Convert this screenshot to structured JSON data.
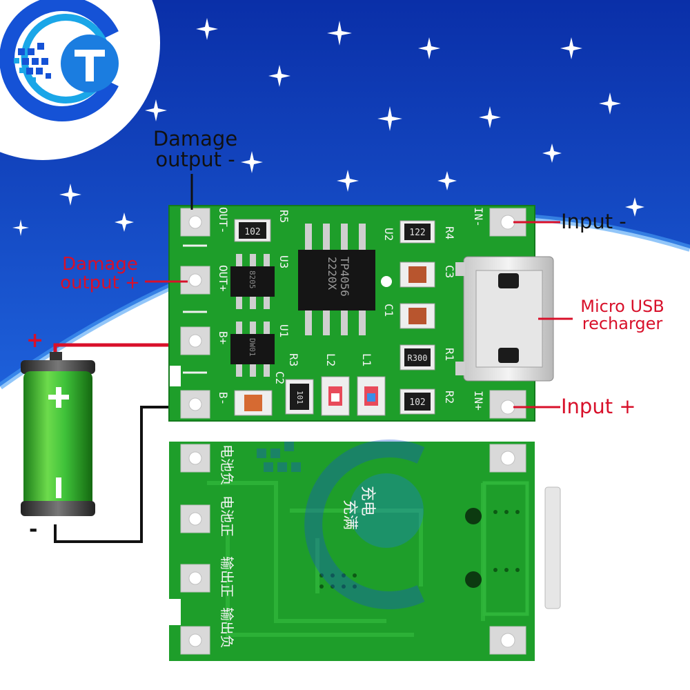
{
  "colors": {
    "sky": "#1d5fd9",
    "pcb_green": "#1e9e2a",
    "label_red": "#d8102a",
    "label_dark": "#111111",
    "battery_green": "#3fc23a"
  },
  "labels": {
    "damage_output_neg": "Damage output -",
    "damage_output_pos": "Damage output +",
    "input_neg": "Input -",
    "input_pos": "Input +",
    "micro_usb": "Micro USB recharger",
    "battery_pos": "+",
    "battery_neg": "-"
  },
  "board_top": {
    "chip_u2": "TP4056",
    "chip_u2_code": "2220X",
    "chip_u1": "DW01",
    "chip_u3": "8205",
    "resistor_r5": "102",
    "resistor_r4": "122",
    "resistor_r1": "R300",
    "resistor_r2": "102",
    "resistor_r3": "101",
    "silk_out_neg": "OUT-",
    "silk_out_pos": "OUT+",
    "silk_b_pos": "B+",
    "silk_b_neg": "B-",
    "silk_in_neg": "IN-",
    "silk_in_pos": "IN+",
    "silk_r5": "R5",
    "silk_u2": "U2",
    "silk_r4": "R4",
    "silk_u3": "U3",
    "silk_c3": "C3",
    "silk_c1": "C1",
    "silk_r1": "R1",
    "silk_u1": "U1",
    "silk_r3": "R3",
    "silk_l2": "L2",
    "silk_l1": "L1",
    "silk_c2": "C2",
    "silk_r2": "R2"
  },
  "board_bottom": {
    "silk_batt_neg": "电池负",
    "silk_batt_pos": "电池正",
    "silk_out_pos": "输出正",
    "silk_out_neg": "输出负",
    "silk_charging": "充电",
    "silk_full": "充满"
  }
}
